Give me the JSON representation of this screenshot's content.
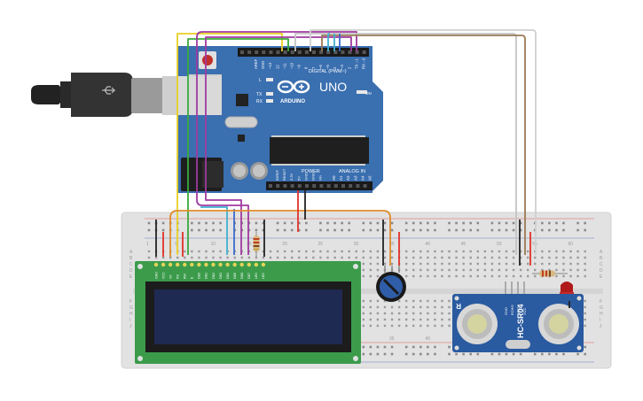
{
  "arduino": {
    "logo_text": "ARDUINO",
    "model": "UNO",
    "digital_label": "DIGITAL (PWM~)",
    "power_label": "POWER",
    "analog_label": "ANALOG IN",
    "led_l": "L",
    "led_tx": "TX",
    "led_rx": "RX",
    "led_on": "ON",
    "top_pins": [
      "AREF",
      "GND",
      "~13",
      "12",
      "~11",
      "~10",
      "~9",
      "8",
      "7",
      "~6",
      "~5",
      "4",
      "~3",
      "2",
      "TX→1",
      "RX←0"
    ],
    "power_pins": [
      "IOREF",
      "RESET",
      "3.3V",
      "5V",
      "GND",
      "GND",
      "Vin"
    ],
    "analog_pins": [
      "A0",
      "A1",
      "A2",
      "A3",
      "A4",
      "A5"
    ]
  },
  "breadboard": {
    "column_numbers": [
      "1",
      "5",
      "10",
      "15",
      "20",
      "25",
      "30",
      "35",
      "40",
      "45",
      "50",
      "55",
      "60"
    ],
    "row_labels_top": [
      "A",
      "B",
      "C",
      "D",
      "E"
    ],
    "row_labels_bottom": [
      "F",
      "G",
      "H",
      "I",
      "J"
    ]
  },
  "lcd": {
    "pin_labels": [
      "GND",
      "VCC",
      "V0",
      "RS",
      "RW",
      "E",
      "DB0",
      "DB1",
      "DB2",
      "DB3",
      "DB4",
      "DB5",
      "DB6",
      "DB7",
      "LED",
      "LED"
    ]
  },
  "sensor": {
    "label": "HC-SR04",
    "pins": [
      "VCC",
      "TRIG",
      "ECHO",
      "GND"
    ],
    "logo": "R"
  },
  "colors": {
    "board_blue": "#3a6fb0",
    "breadboard": "#e4e4e4",
    "lcd_green": "#3b9b4b",
    "lcd_screen": "#1f2a52",
    "wire_red": "#e0332a",
    "wire_black": "#222222",
    "wire_yellow": "#e8cf24",
    "wire_green": "#3aaa3a",
    "wire_magenta": "#a03aa0",
    "wire_orange": "#e08a2a",
    "wire_cyan": "#3fb0d0",
    "wire_blue": "#3a6ad0",
    "wire_brown": "#9a7a55",
    "wire_gray": "#b8b8b8"
  }
}
